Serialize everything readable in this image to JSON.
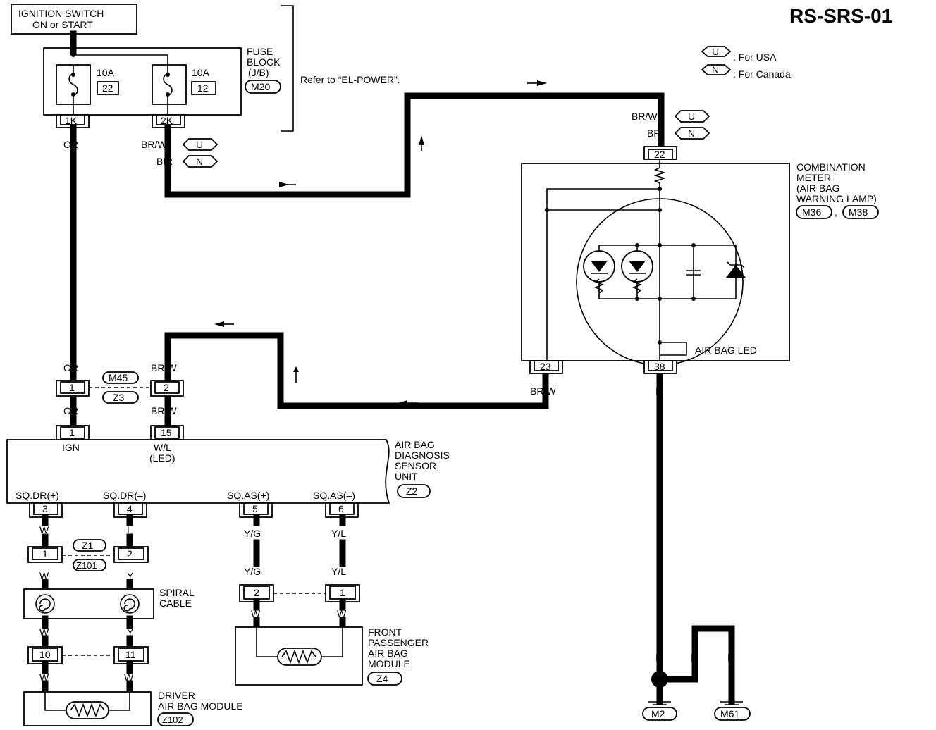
{
  "diagram_id": "RS-SRS-01",
  "legend": {
    "usa_code": "U",
    "usa_text": ": For USA",
    "canada_code": "N",
    "canada_text": ": For Canada"
  },
  "ignition": {
    "line1": "IGNITION SWITCH",
    "line2": "ON or START"
  },
  "fuse_block": {
    "line1": "FUSE",
    "line2": "BLOCK",
    "line3": "(J/B)",
    "connector": "M20",
    "fuse1_amp": "10A",
    "fuse1_no": "22",
    "fuse2_amp": "10A",
    "fuse2_no": "12",
    "pin1": "1K",
    "pin2": "2K",
    "refer": "Refer to “EL-POWER”."
  },
  "wires": {
    "or": "OR",
    "brw_u": "BR/W:",
    "br_n": "BR:",
    "u": "U",
    "n": "N",
    "brw": "BR/W",
    "b": "B",
    "w": "W",
    "l": "L",
    "y": "Y",
    "yg": "Y/G",
    "yl": "Y/L"
  },
  "combination_meter": {
    "line1": "COMBINATION",
    "line2": "METER",
    "line3": "(AIR BAG",
    "line4": "WARNING LAMP)",
    "conn1": "M36",
    "sep": ",",
    "conn2": "M38",
    "pin_top": "22",
    "pin_left": "23",
    "pin_right": "38",
    "led_label": "AIR BAG LED"
  },
  "joint_connector": {
    "pin1": "1",
    "pin2": "2",
    "conn1": "M45",
    "conn2": "Z3"
  },
  "sensor_unit": {
    "line1": "AIR BAG",
    "line2": "DIAGNOSIS",
    "line3": "SENSOR",
    "line4": "UNIT",
    "connector": "Z2",
    "pin_ign": "1",
    "pin_led": "15",
    "ign": "IGN",
    "wl": "W/L",
    "led": "(LED)",
    "sqdr_p": "SQ.DR(+)",
    "sqdr_m": "SQ.DR(–)",
    "sqas_p": "SQ.AS(+)",
    "sqas_m": "SQ.AS(–)",
    "pin3": "3",
    "pin4": "4",
    "pin5": "5",
    "pin6": "6"
  },
  "z1_connector": {
    "pin1": "1",
    "pin2": "2",
    "conn1": "Z1",
    "conn2": "Z101"
  },
  "spiral_cable": {
    "line1": "SPIRAL",
    "line2": "CABLE"
  },
  "spiral_conn": {
    "pin1": "10",
    "pin2": "11"
  },
  "driver_module": {
    "line1": "DRIVER",
    "line2": "AIR BAG MODULE",
    "connector": "Z102"
  },
  "passenger_conn": {
    "pin1": "2",
    "pin2": "1"
  },
  "passenger_module": {
    "line1": "FRONT",
    "line2": "PASSENGER",
    "line3": "AIR BAG",
    "line4": "MODULE",
    "connector": "Z4"
  },
  "ground": {
    "g1": "M2",
    "g2": "M61"
  }
}
